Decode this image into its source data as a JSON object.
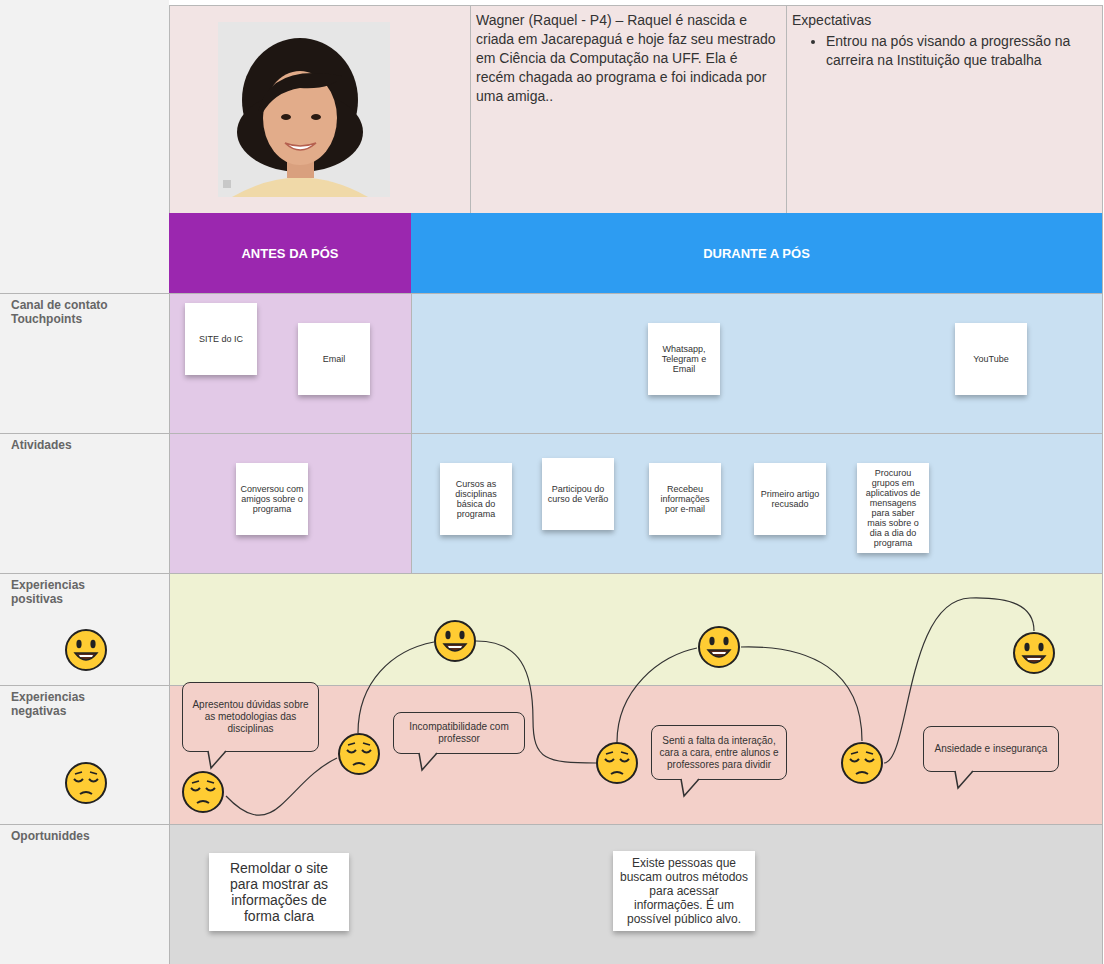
{
  "diagram": {
    "nodes": [
      {
        "text": [
          "Wagner (Raquel - P4) – Raquel é nascida e criada em Jacarepaguá e hoje faz seu mestrado em Ciência da Computação na UFF. Ela é recém chagada ao programa e foi indicada por uma amiga.."
        ]
      },
      {
        "text": [
          "Expectativas",
          "Entrou na pós visando a progressão na carreira na Instituição que trabalha"
        ]
      },
      {
        "text": [
          "ANTES DA PÓS"
        ]
      },
      {
        "text": [
          "DURANTE A PÓS"
        ]
      },
      {
        "text": [
          "Canal de contato Touchpoints"
        ]
      },
      {
        "text": [
          "SITE do IC"
        ],
        "in": 4
      },
      {
        "text": [
          "Email"
        ],
        "in": 4
      },
      {
        "text": [
          "Whatsapp, Telegram e Email"
        ],
        "in": 4
      },
      {
        "text": [
          "YouTube"
        ],
        "in": 4
      },
      {
        "text": [
          "Atividades"
        ]
      },
      {
        "text": [
          "Conversou com amigos sobre o programa"
        ],
        "in": 9
      },
      {
        "text": [
          "Cursos as disciplinas básica do programa"
        ],
        "in": 9
      },
      {
        "text": [
          "Participou do curso de Verão"
        ],
        "in": 9
      },
      {
        "text": [
          "Recebeu informações por e-mail"
        ],
        "in": 9
      },
      {
        "text": [
          "Primeiro artigo recusado"
        ],
        "in": 9
      },
      {
        "text": [
          "Procurou grupos em aplicativos de mensagens para saber mais sobre o dia a dia do programa"
        ],
        "in": 9
      },
      {
        "text": [
          "Experiencias positivas"
        ]
      },
      {
        "text": [
          "Experiencias negativas"
        ]
      },
      {
        "text": [
          "Apresentou dúvidas sobre as metodologias das disciplinas"
        ],
        "in": 17
      },
      {
        "text": [
          "Incompatibilidade com professor"
        ],
        "in": 17
      },
      {
        "text": [
          "Senti a falta da interação, cara a cara, entre alunos e professores para dividir"
        ],
        "in": 17
      },
      {
        "text": [
          "Ansiedade e insegurança"
        ],
        "in": 17
      },
      {
        "text": [
          "Oportuniddes"
        ]
      },
      {
        "text": [
          "Remoldar o site para mostrar as informações de forma clara"
        ],
        "in": 22
      },
      {
        "text": [
          "Existe pessoas que buscam outros métodos para acessar informações. É um possível público alvo."
        ],
        "in": 22
      }
    ]
  }
}
